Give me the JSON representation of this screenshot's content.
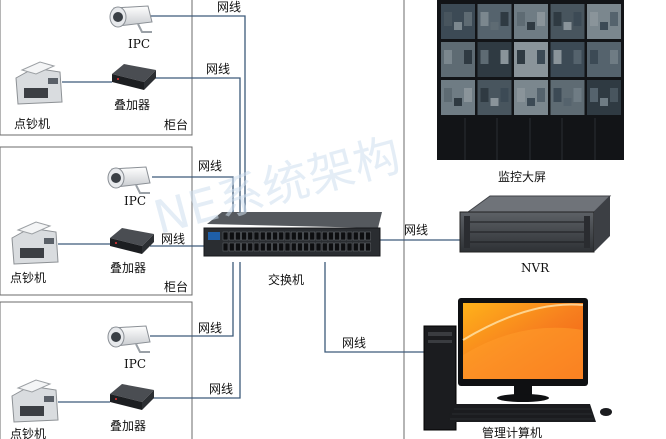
{
  "labels": {
    "ipc": "IPC",
    "cash_counter": "点钞机",
    "overlay": "叠加器",
    "cabinet": "柜台",
    "network_cable": "网线",
    "switch": "交换机",
    "video_wall": "监控大屏",
    "nvr": "NVR",
    "pc": "管理计算机"
  },
  "watermark": "NE系统架构",
  "colors": {
    "cable": "#3d5a7a",
    "frame": "#6b6b6b"
  }
}
